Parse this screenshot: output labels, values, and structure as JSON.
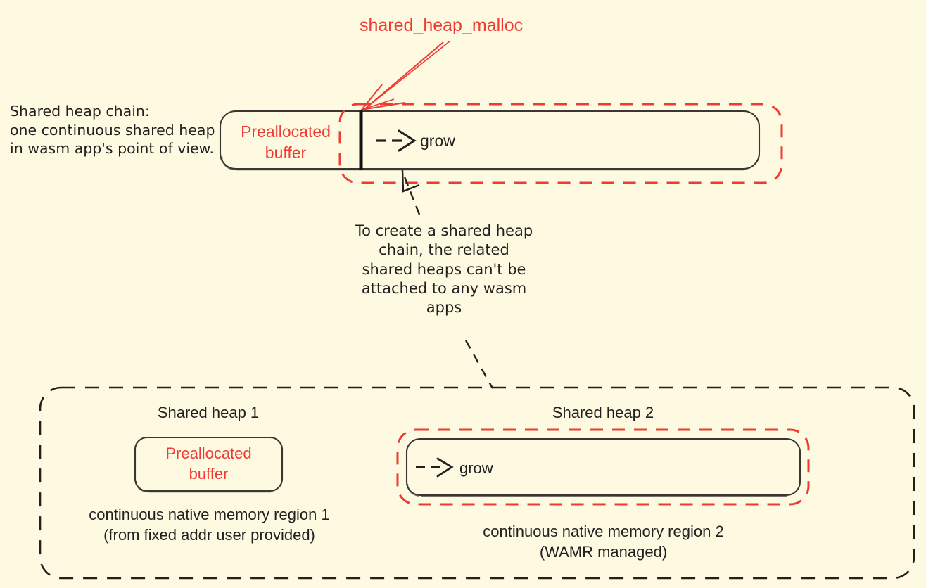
{
  "diagram": {
    "title_annotation": "shared_heap_malloc",
    "accent_red": "#ee3b33",
    "ink_black": "#231f20",
    "background": "#fdfae1",
    "top_section": {
      "left_caption_lines": [
        "Shared heap chain:",
        "one continuous shared heap",
        "in wasm app's point of view."
      ],
      "preallocated_label_lines": [
        "Preallocated",
        "buffer"
      ],
      "grow_label": "grow",
      "malloc_callout": "shared_heap_malloc"
    },
    "middle_note_lines": [
      "To create a shared heap",
      "chain, the related",
      "shared heaps can't be",
      "attached to any wasm",
      "apps"
    ],
    "bottom_section": {
      "heap1": {
        "title": "Shared heap 1",
        "box_label_lines": [
          "Preallocated",
          "buffer"
        ],
        "caption_lines": [
          "continuous native memory region 1",
          "(from fixed addr user provided)"
        ]
      },
      "heap2": {
        "title": "Shared heap 2",
        "grow_label": "grow",
        "caption_lines": [
          "continuous native memory region 2",
          "(WAMR managed)"
        ]
      }
    }
  }
}
